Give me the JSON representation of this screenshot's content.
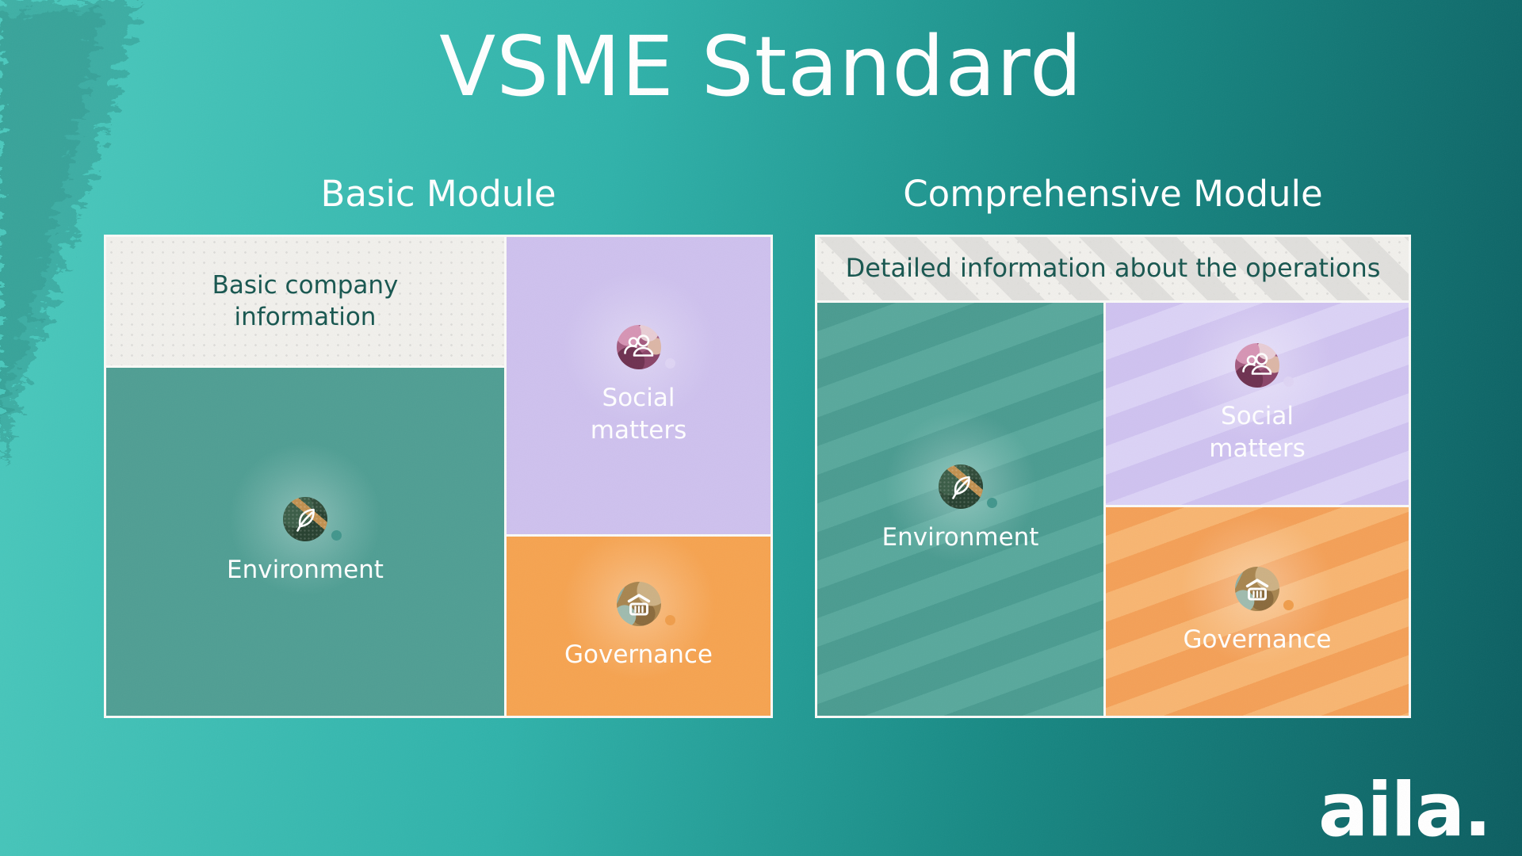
{
  "title": "VSME Standard",
  "logo": "aila.",
  "basic": {
    "heading": "Basic Module",
    "info": "Basic company information",
    "environment": "Environment",
    "social": "Social matters",
    "governance": "Governance"
  },
  "comprehensive": {
    "heading": "Comprehensive Module",
    "info": "Detailed information about the operations",
    "environment": "Environment",
    "social": "Social matters",
    "governance": "Governance"
  },
  "icons": {
    "environment": "leaf-icon",
    "social": "people-icon",
    "governance": "bank-icon"
  },
  "palette": {
    "background_gradient_start": "#4ccabe",
    "background_gradient_end": "#0b5d60",
    "environment_block": "#4f9e93",
    "social_block": "#cec1ee",
    "governance_block": "#f6a350",
    "offwhite_block": "#f1f0ec",
    "stripe_gray": "#e0dfdc",
    "dark_teal_text": "#17564f",
    "white_text": "#ffffff"
  }
}
